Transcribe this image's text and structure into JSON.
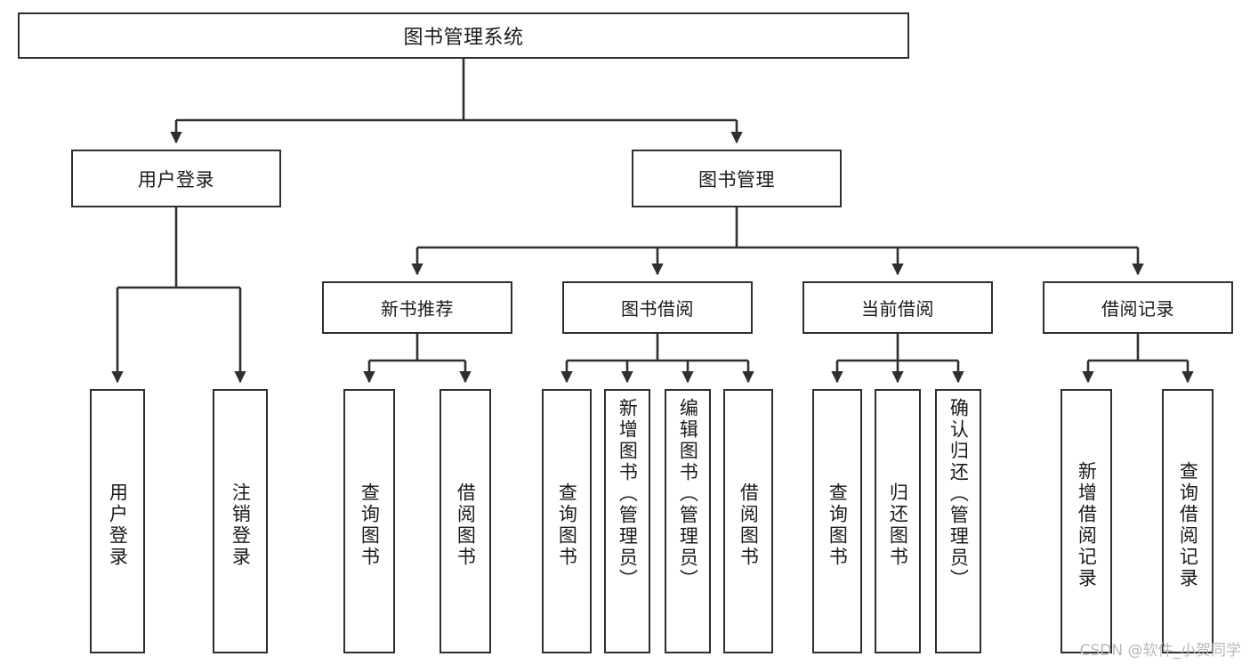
{
  "diagram": {
    "title": "图书管理系统",
    "watermark": "CSDN @软件_小贺同学",
    "line_color": "#2f2f2f",
    "box_fill": "#ffffff",
    "text_color": "#1a1a1a",
    "watermark_color": "#b9b9b9"
  },
  "root": {
    "label": "图书管理系统"
  },
  "level2": [
    {
      "label": "用户登录"
    },
    {
      "label": "图书管理"
    }
  ],
  "level3": [
    {
      "label": "新书推荐"
    },
    {
      "label": "图书借阅"
    },
    {
      "label": "当前借阅"
    },
    {
      "label": "借阅记录"
    }
  ],
  "leaves": {
    "user_login": [
      {
        "label": "用户登录"
      },
      {
        "label": "注销登录"
      }
    ],
    "new_book": [
      {
        "label": "查询图书"
      },
      {
        "label": "借阅图书"
      }
    ],
    "borrow_book": [
      {
        "label": "查询图书"
      },
      {
        "label": "新增图书（管理员）"
      },
      {
        "label": "编辑图书（管理员）"
      },
      {
        "label": "借阅图书"
      }
    ],
    "current_borrow": [
      {
        "label": "查询图书"
      },
      {
        "label": "归还图书"
      },
      {
        "label": "确认归还（管理员）"
      }
    ],
    "borrow_record": [
      {
        "label": "新增借阅记录"
      },
      {
        "label": "查询借阅记录"
      }
    ]
  }
}
